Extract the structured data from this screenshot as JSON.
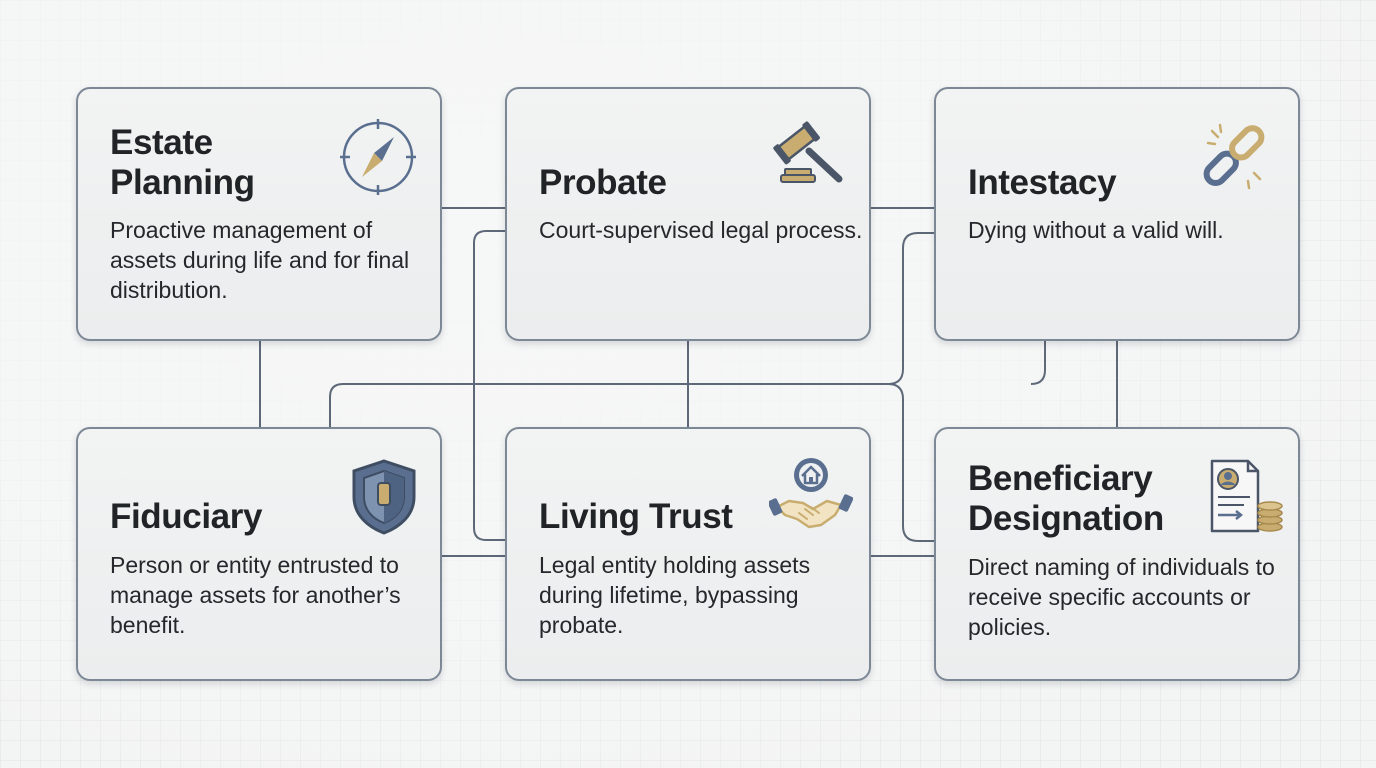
{
  "cards": [
    {
      "title": "Estate Planning",
      "title_lines": [
        "Estate",
        "Planning"
      ],
      "description": "Proactive management of assets during life and for final distribution.",
      "icon": "compass-icon"
    },
    {
      "title": "Probate",
      "description": "Court-supervised legal process.",
      "icon": "gavel-icon"
    },
    {
      "title": "Intestacy",
      "description": "Dying without a valid will.",
      "icon": "broken-chain-icon"
    },
    {
      "title": "Fiduciary",
      "description": "Person or entity entrusted to manage assets for another’s benefit.",
      "icon": "shield-icon"
    },
    {
      "title": "Living Trust",
      "description": "Legal entity holding assets during lifetime, bypassing probate.",
      "icon": "house-handshake-icon"
    },
    {
      "title": "Beneficiary Designation",
      "title_lines": [
        "Beneficiary",
        "Designation"
      ],
      "description": "Direct naming of individuals to receive specific accounts or policies.",
      "icon": "document-coins-icon"
    }
  ],
  "colors": {
    "connector": "#5d6878",
    "card_border": "#7d8896",
    "navy": "#5a6f8f",
    "gold": "#c9ad70",
    "text": "#202427"
  }
}
